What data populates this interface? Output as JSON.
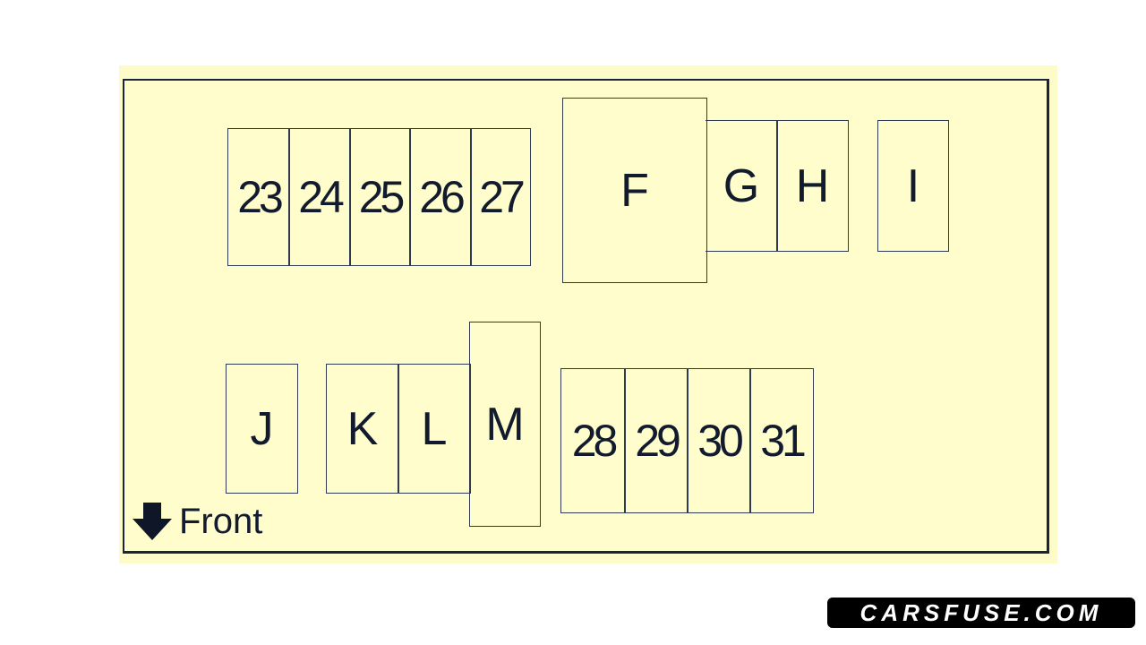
{
  "diagram": {
    "type": "fuse-box-layout",
    "orientation_label": "Front",
    "orientation_icon": "down-arrow-icon",
    "background_color": "#fdfcc8",
    "line_color": "#2d3a52"
  },
  "fuses_top": [
    "23",
    "24",
    "25",
    "26",
    "27"
  ],
  "fuses_bottom": [
    "28",
    "29",
    "30",
    "31"
  ],
  "relays": {
    "F": "F",
    "G": "G",
    "H": "H",
    "I": "I",
    "J": "J",
    "K": "K",
    "L": "L",
    "M": "M"
  },
  "watermark": "CARSFUSE.COM"
}
